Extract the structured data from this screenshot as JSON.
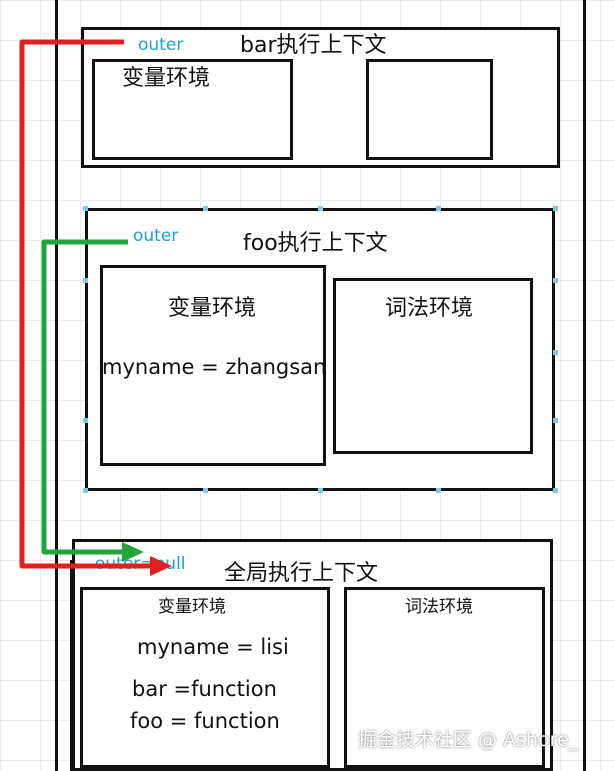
{
  "colors": {
    "red_arrow": "#e02020",
    "green_arrow": "#22a63c",
    "outer_text": "#1aa0d8",
    "box_border": "#111111"
  },
  "bar_context": {
    "title": "bar执行上下文",
    "outer_label": "outer",
    "variable_env_title": "变量环境"
  },
  "foo_context": {
    "title": "foo执行上下文",
    "outer_label": "outer",
    "variable_env_title": "变量环境",
    "variable_env_items": [
      "myname = zhangsan"
    ],
    "lexical_env_title": "词法环境"
  },
  "global_context": {
    "title": "全局执行上下文",
    "outer_label": "outer=null",
    "variable_env_title": "变量环境",
    "variable_env_items": [
      "myname = lisi",
      "bar =function",
      "foo = function"
    ],
    "lexical_env_title": "词法环境"
  },
  "watermark": "掘金技术社区 @ Ashore_"
}
